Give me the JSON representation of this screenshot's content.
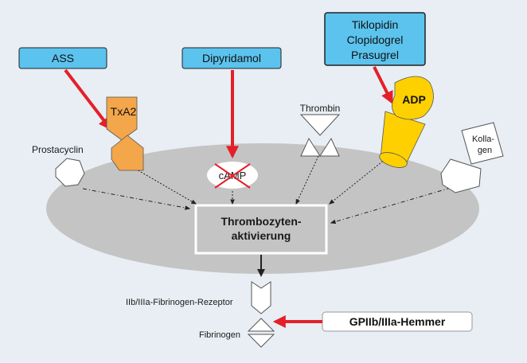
{
  "drugs": {
    "ass": "ASS",
    "dipyridamol": "Dipyridamol",
    "thienopyridines": [
      "Tiklopidin",
      "Clopidogrel",
      "Prasugrel"
    ],
    "gp_inhibitor": "GPIIb/IIIa-Hemmer"
  },
  "agonists": {
    "txa2": "TxA2",
    "prostacyclin": "Prostacyclin",
    "camp": "cAMP",
    "thrombin": "Thrombin",
    "adp": "ADP",
    "kollagen": [
      "Kolla-",
      "gen"
    ]
  },
  "center": {
    "title_lines": [
      "Thrombozyten-",
      "aktivierung"
    ]
  },
  "receptor": {
    "label": "IIb/IIIa-Fibrinogen-Rezeptor"
  },
  "fibrinogen": {
    "label": "Fibrinogen"
  },
  "colors": {
    "drug_box": "#5bc3ee",
    "inhibit_arrow": "#e3202a",
    "platelet": "#c4c4c4",
    "txa2": "#f4a64a",
    "adp": "#ffd000",
    "background": "#e8eef4"
  }
}
